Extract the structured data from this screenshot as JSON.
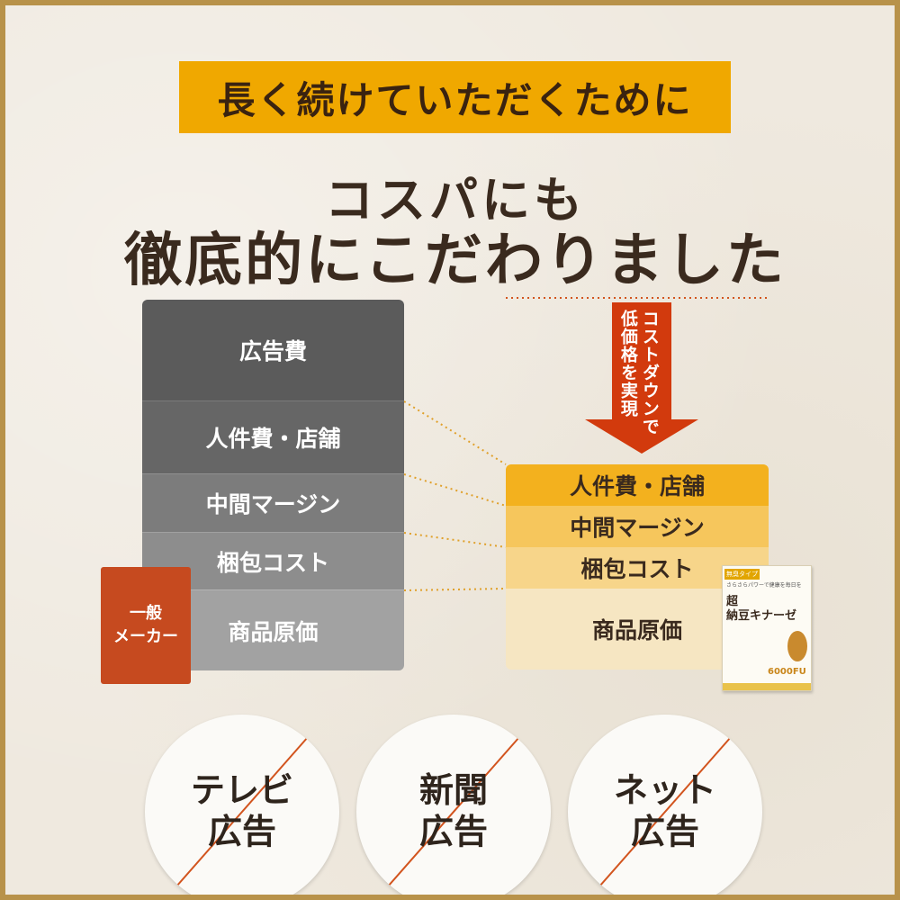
{
  "banner": {
    "text": "長く続けていただくために"
  },
  "headline": {
    "line1": "コスパにも",
    "line2": "徹底的にこだわりました"
  },
  "general_stack": {
    "maker_label_1": "一般",
    "maker_label_2": "メーカー",
    "items": [
      "広告費",
      "人件費・店舗",
      "中間マージン",
      "梱包コスト",
      "商品原価"
    ]
  },
  "our_stack": {
    "items": [
      "人件費・店舗",
      "中間マージン",
      "梱包コスト",
      "商品原価"
    ]
  },
  "arrow": {
    "text_1": "コストダウンで",
    "text_2": "低価格を実現"
  },
  "product": {
    "tag": "無臭タイプ",
    "sub": "さらさらパワーで健康を毎日を",
    "name_1": "超",
    "name_2": "納豆キナーゼ",
    "fu": "6000FU"
  },
  "circles": [
    {
      "text": "テレビ\n広告"
    },
    {
      "text": "新聞\n広告"
    },
    {
      "text": "ネット\n広告"
    }
  ],
  "colors": {
    "frame": "#b8924a",
    "banner": "#f0a800",
    "arrow": "#d23a0d",
    "maker": "#c64a1f",
    "strike": "#d2541e"
  }
}
